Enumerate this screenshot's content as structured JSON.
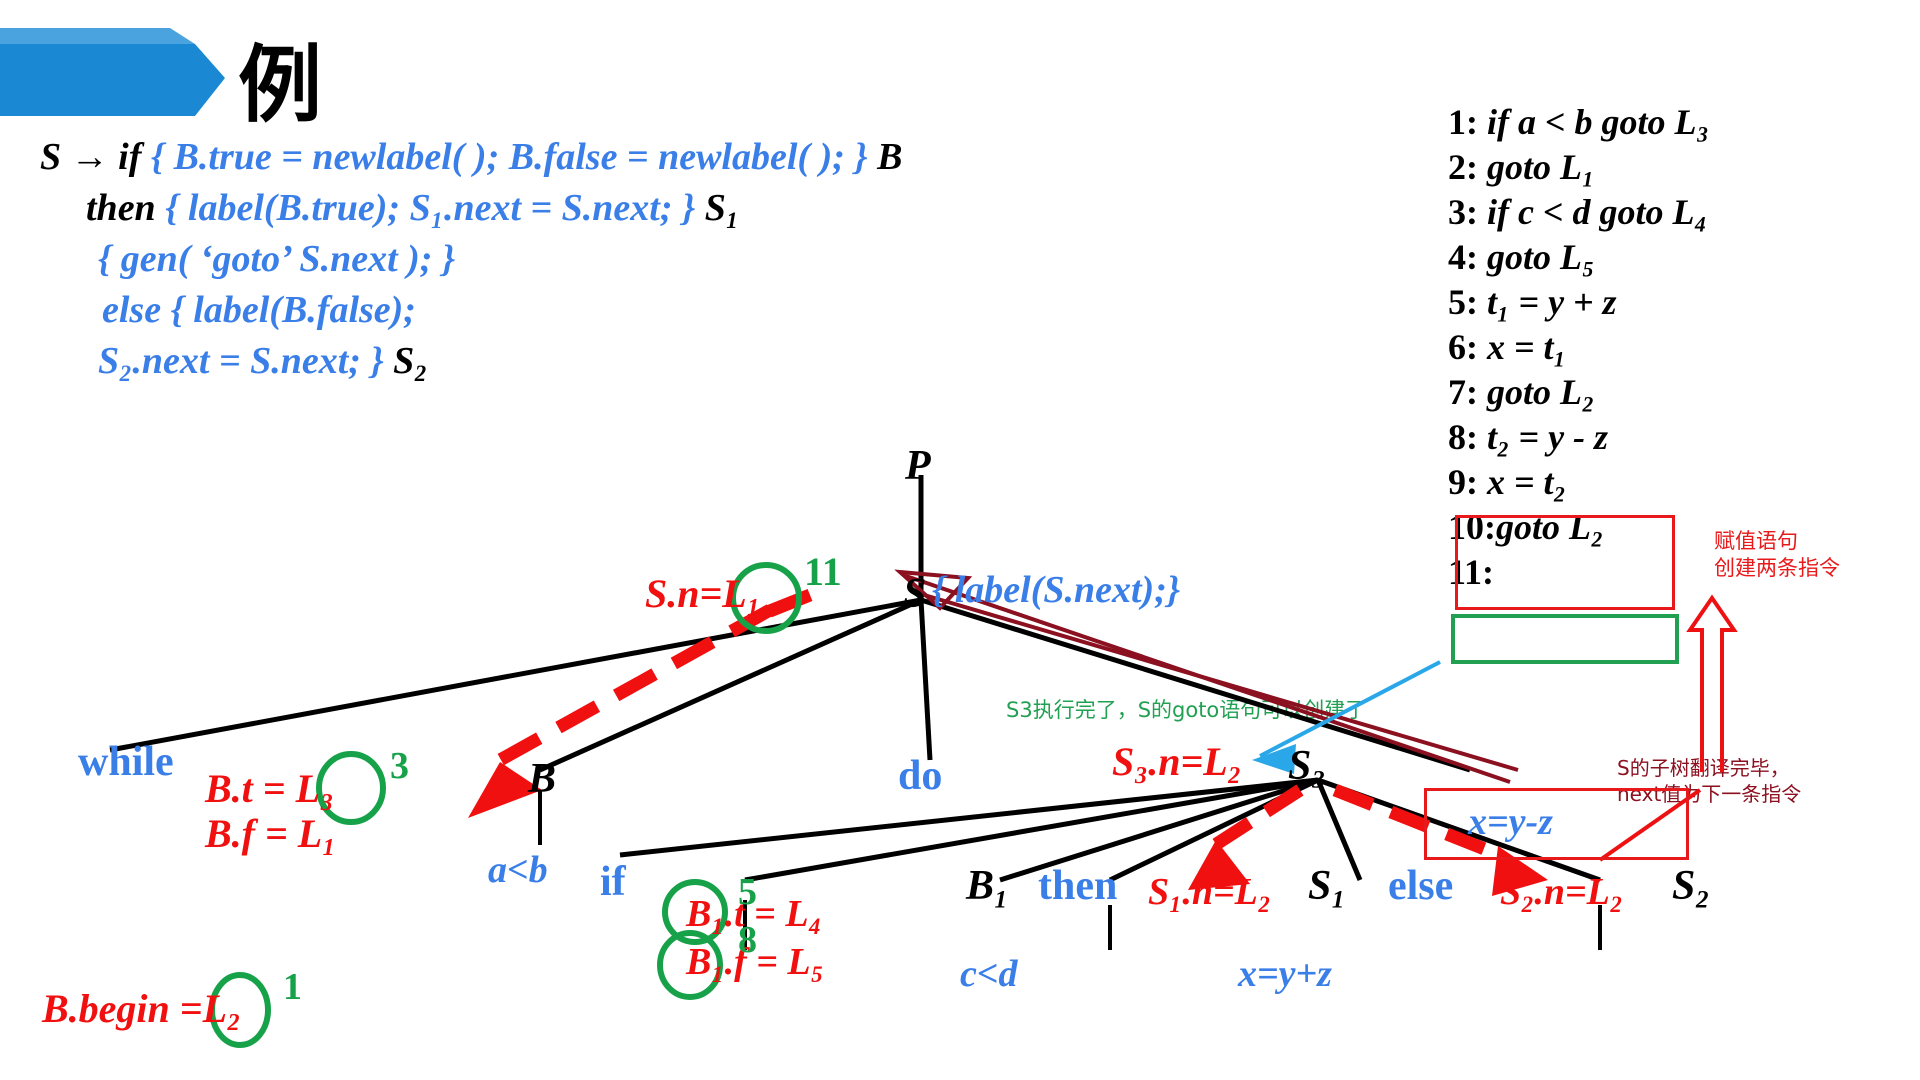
{
  "slide": {
    "title": "例",
    "banner_color": "#1b88d4",
    "banner_light": "#4aa3de"
  },
  "colors": {
    "action_blue": "#3a7ee8",
    "attr_red": "#f01010",
    "label_green": "#17a24a",
    "box_red": "#e8191b",
    "box_green": "#22a052",
    "dark_red": "#8b1020",
    "arrow_cyan": "#29a7e8"
  },
  "rule": {
    "lines": [
      {
        "black1": "S → if",
        "blue": " { B.true = newlabel( ); B.false = newlabel( ); } ",
        "black2": "B"
      },
      {
        "black1": "then",
        "blue": " { label(B.true); S₁.next = S.next; } ",
        "black2": "S₁"
      },
      {
        "black1": "",
        "blue": "{ gen( ‘goto’ S.next ); }",
        "black2": ""
      },
      {
        "black1": "",
        "blue": "else { label(B.false);",
        "black2": ""
      },
      {
        "black1": "",
        "blue": "S₂.next = S.next; } ",
        "black2": "S₂"
      }
    ]
  },
  "code": {
    "lines": [
      {
        "num": "1:",
        "ins": "if a < b  goto L₃"
      },
      {
        "num": "2:",
        "ins": "goto L₁"
      },
      {
        "num": "3:",
        "ins": "if c < d  goto L₄"
      },
      {
        "num": "4:",
        "ins": "goto L₅"
      },
      {
        "num": "5:",
        "ins": "t₁ = y + z"
      },
      {
        "num": "6:",
        "ins": "x = t₁"
      },
      {
        "num": "7:",
        "ins": "goto L₂"
      },
      {
        "num": "8:",
        "ins": "t₂ = y - z"
      },
      {
        "num": "9:",
        "ins": "x = t₂"
      },
      {
        "num": "10:",
        "ins": "goto L₂"
      }
    ],
    "line11_label": "11:"
  },
  "annotations": {
    "assignment_note_l1": "赋值语句",
    "assignment_note_l2": "创建两条指令",
    "subtree_note_l1": "S的子树翻译完毕，",
    "subtree_note_l2": "next值为下一条指令",
    "s3_done_note": "S3执行完了，S的goto语句可以创建了"
  },
  "tree": {
    "root": "P",
    "node_S": "S",
    "node_S_action": "{ label(S.next);}",
    "node_B": "B",
    "node_B1": "B₁",
    "node_S1": "S₁",
    "node_S2": "S₂",
    "node_S3": "S₃",
    "kw_while": "while",
    "kw_do": "do",
    "kw_if": "if",
    "kw_then": "then",
    "kw_else": "else",
    "leaf_alb": "a<b",
    "leaf_cld": "c<d",
    "leaf_xyz_plus": "x=y+z",
    "leaf_xyz_minus": "x=y-z"
  },
  "attrs": {
    "s_next": {
      "text": "S.n=",
      "label": "L₁",
      "order": "11"
    },
    "b_true": {
      "text": "B.t = ",
      "label": "L₃",
      "order": "3"
    },
    "b_false": {
      "text": "B.f = L₁"
    },
    "b_begin": {
      "text": "B.begin =",
      "label": "L₂",
      "order": "1"
    },
    "b1_true": {
      "text": "B₁.t = ",
      "label": "L₄",
      "order": "5"
    },
    "b1_false": {
      "text": "B₁.f = ",
      "label": "L₅",
      "order": "8"
    },
    "s3_next": {
      "text": "S₃.n=L₂"
    },
    "s1_next": {
      "text": "S₁.n=L₂"
    },
    "s2_next": {
      "text": "S₂.n=L₂"
    }
  }
}
